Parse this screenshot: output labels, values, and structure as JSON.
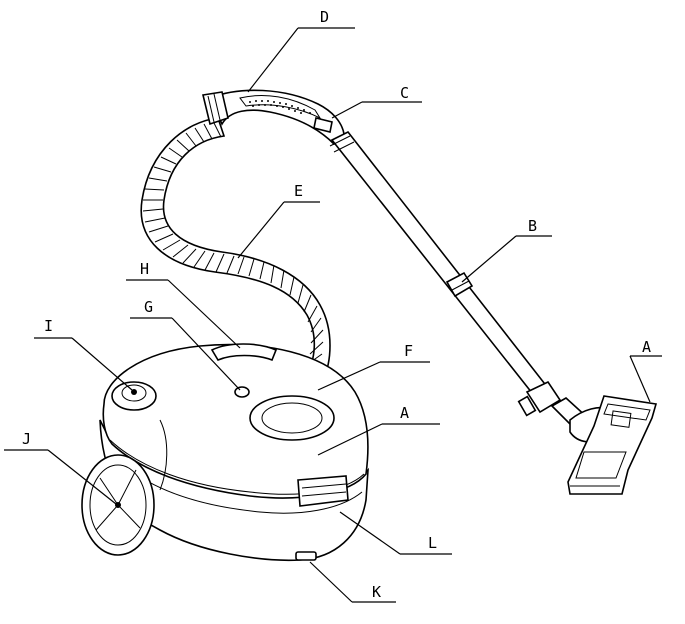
{
  "labels": {
    "A_nozzle": "A",
    "A_body": "A",
    "B": "B",
    "C": "C",
    "D": "D",
    "E": "E",
    "F": "F",
    "G": "G",
    "H": "H",
    "I": "I",
    "J": "J",
    "K": "K",
    "L": "L"
  }
}
